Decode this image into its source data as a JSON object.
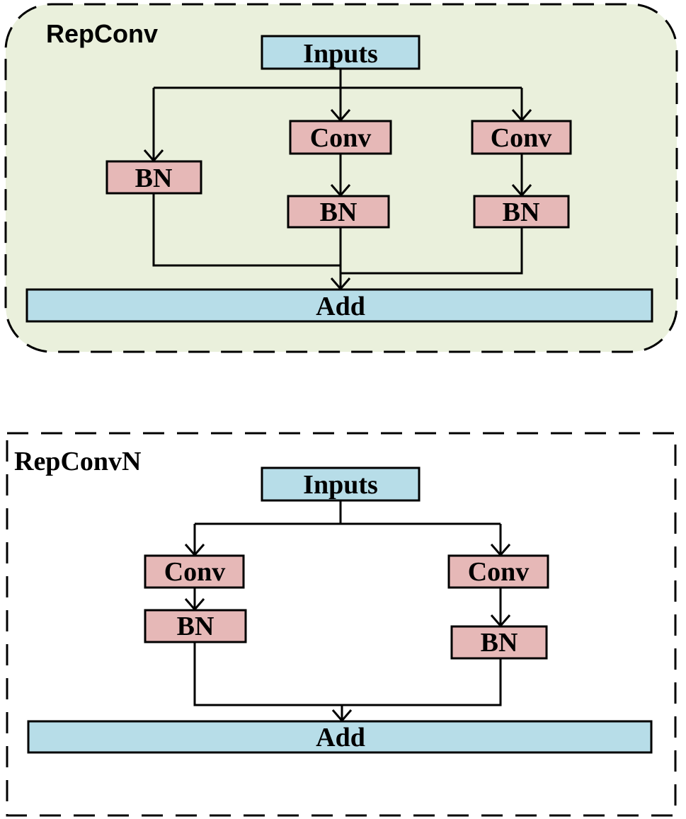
{
  "colors": {
    "top_panel_fill": "#EAF0DC",
    "io_box_fill": "#B7DDE8",
    "layer_box_fill": "#E6B8B7",
    "border": "#000000",
    "text": "#000000"
  },
  "repconv": {
    "title": "RepConv",
    "inputs_label": "Inputs",
    "add_label": "Add",
    "branches": [
      {
        "name": "identity",
        "layers": [
          "BN"
        ]
      },
      {
        "name": "conv-branch-1",
        "layers": [
          "Conv",
          "BN"
        ]
      },
      {
        "name": "conv-branch-2",
        "layers": [
          "Conv",
          "BN"
        ]
      }
    ]
  },
  "repconvn": {
    "title": "RepConvN",
    "inputs_label": "Inputs",
    "add_label": "Add",
    "branches": [
      {
        "name": "conv-branch-1",
        "layers": [
          "Conv",
          "BN"
        ]
      },
      {
        "name": "conv-branch-2",
        "layers": [
          "Conv",
          "BN"
        ]
      }
    ]
  }
}
